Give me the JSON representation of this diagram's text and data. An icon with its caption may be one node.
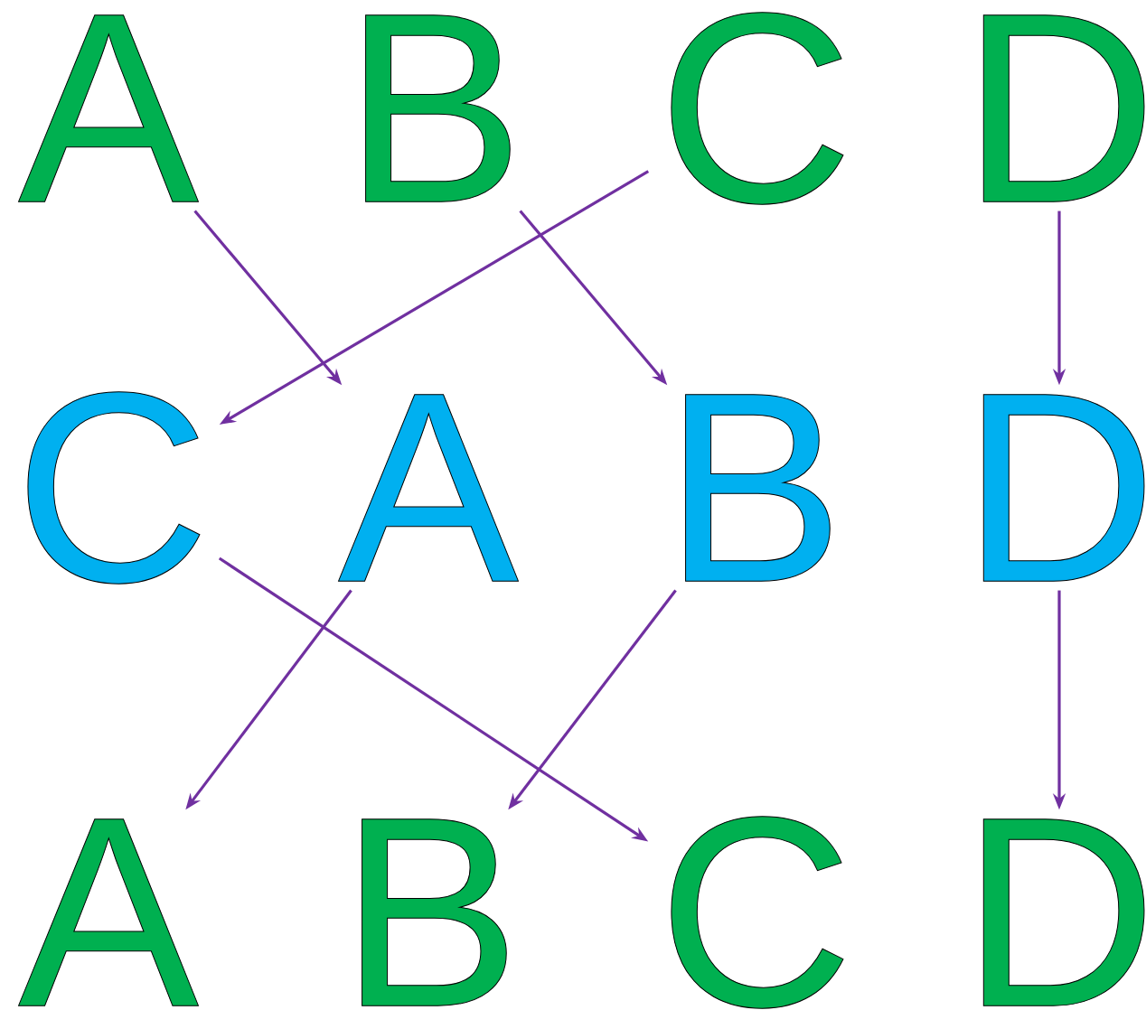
{
  "diagram": {
    "nodes": [
      {
        "text": [
          "A"
        ]
      },
      {
        "text": [
          "B"
        ]
      },
      {
        "text": [
          "C"
        ]
      },
      {
        "text": [
          "D"
        ]
      },
      {
        "text": [
          "C"
        ]
      },
      {
        "text": [
          "A"
        ]
      },
      {
        "text": [
          "B"
        ]
      },
      {
        "text": [
          "D"
        ]
      },
      {
        "text": [
          "A"
        ]
      },
      {
        "text": [
          "B"
        ]
      },
      {
        "text": [
          "C"
        ]
      },
      {
        "text": [
          "D"
        ]
      }
    ],
    "edges": [
      {
        "from": 0,
        "to": 5,
        "arrow": "to"
      },
      {
        "from": 1,
        "to": 6,
        "arrow": "to"
      },
      {
        "from": 2,
        "to": 4,
        "arrow": "to"
      },
      {
        "from": 3,
        "to": 7,
        "arrow": "to"
      },
      {
        "from": 4,
        "to": 10,
        "arrow": "to"
      },
      {
        "from": 5,
        "to": 8,
        "arrow": "to"
      },
      {
        "from": 6,
        "to": 9,
        "arrow": "to"
      },
      {
        "from": 7,
        "to": 11,
        "arrow": "to"
      }
    ]
  }
}
